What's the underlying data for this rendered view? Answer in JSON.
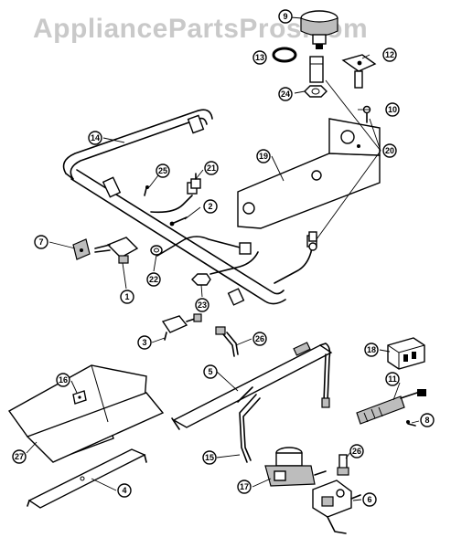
{
  "watermark": "AppliancePartsPros.com",
  "callouts": [
    {
      "label": "9"
    },
    {
      "label": "13"
    },
    {
      "label": "12"
    },
    {
      "label": "24"
    },
    {
      "label": "10"
    },
    {
      "label": "14"
    },
    {
      "label": "20"
    },
    {
      "label": "19"
    },
    {
      "label": "25"
    },
    {
      "label": "21"
    },
    {
      "label": "2"
    },
    {
      "label": "7"
    },
    {
      "label": "22"
    },
    {
      "label": "1"
    },
    {
      "label": "23"
    },
    {
      "label": "3"
    },
    {
      "label": "26"
    },
    {
      "label": "18"
    },
    {
      "label": "5"
    },
    {
      "label": "11"
    },
    {
      "label": "16"
    },
    {
      "label": "8"
    },
    {
      "label": "27"
    },
    {
      "label": "15"
    },
    {
      "label": "26"
    },
    {
      "label": "4"
    },
    {
      "label": "17"
    },
    {
      "label": "6"
    }
  ]
}
